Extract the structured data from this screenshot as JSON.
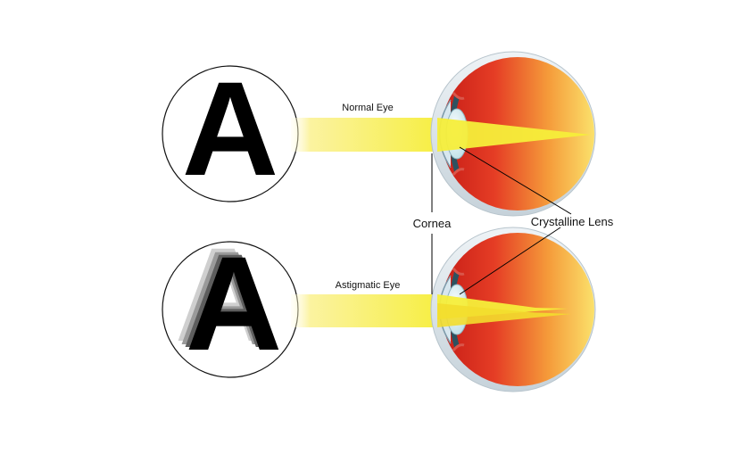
{
  "letter": "A",
  "labels": {
    "normal_eye": "Normal Eye",
    "astigmatic_eye": "Astigmatic Eye",
    "cornea": "Cornea",
    "crystalline_lens": "Crystalline Lens"
  },
  "colors": {
    "light_beam": "#f7ee3a",
    "retina_outer": "#e8382a",
    "retina_inner": "#f9d45b",
    "lens": "#dff3f8",
    "iris": "#2d5260",
    "line": "#000000"
  }
}
